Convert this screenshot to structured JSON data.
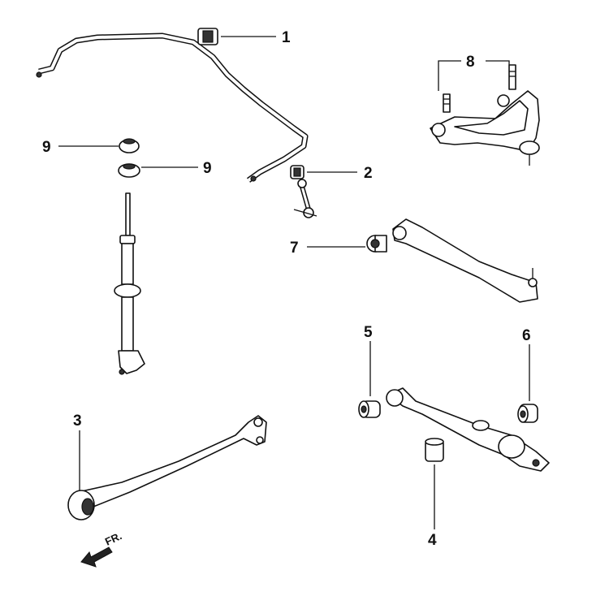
{
  "diagram": {
    "parts": [
      {
        "id": "stabilizer-bushing",
        "callout": "1"
      },
      {
        "id": "stabilizer-link",
        "callout": "2"
      },
      {
        "id": "radius-rod",
        "callout": "3"
      },
      {
        "id": "lower-arm-bushing-rear",
        "callout": "4"
      },
      {
        "id": "lower-arm-bushing-front",
        "callout": "5"
      },
      {
        "id": "lower-arm-bushing-side",
        "callout": "6"
      },
      {
        "id": "compensator-arm-bushing",
        "callout": "7"
      },
      {
        "id": "upper-arm-ball-joints",
        "callout": "8"
      },
      {
        "id": "shock-mount-bushing",
        "callout": "9"
      }
    ],
    "labels": {
      "c1": "1",
      "c2": "2",
      "c3": "3",
      "c4": "4",
      "c5": "5",
      "c6": "6",
      "c7": "7",
      "c8": "8",
      "c9a": "9",
      "c9b": "9"
    },
    "direction_indicator": "FR."
  }
}
